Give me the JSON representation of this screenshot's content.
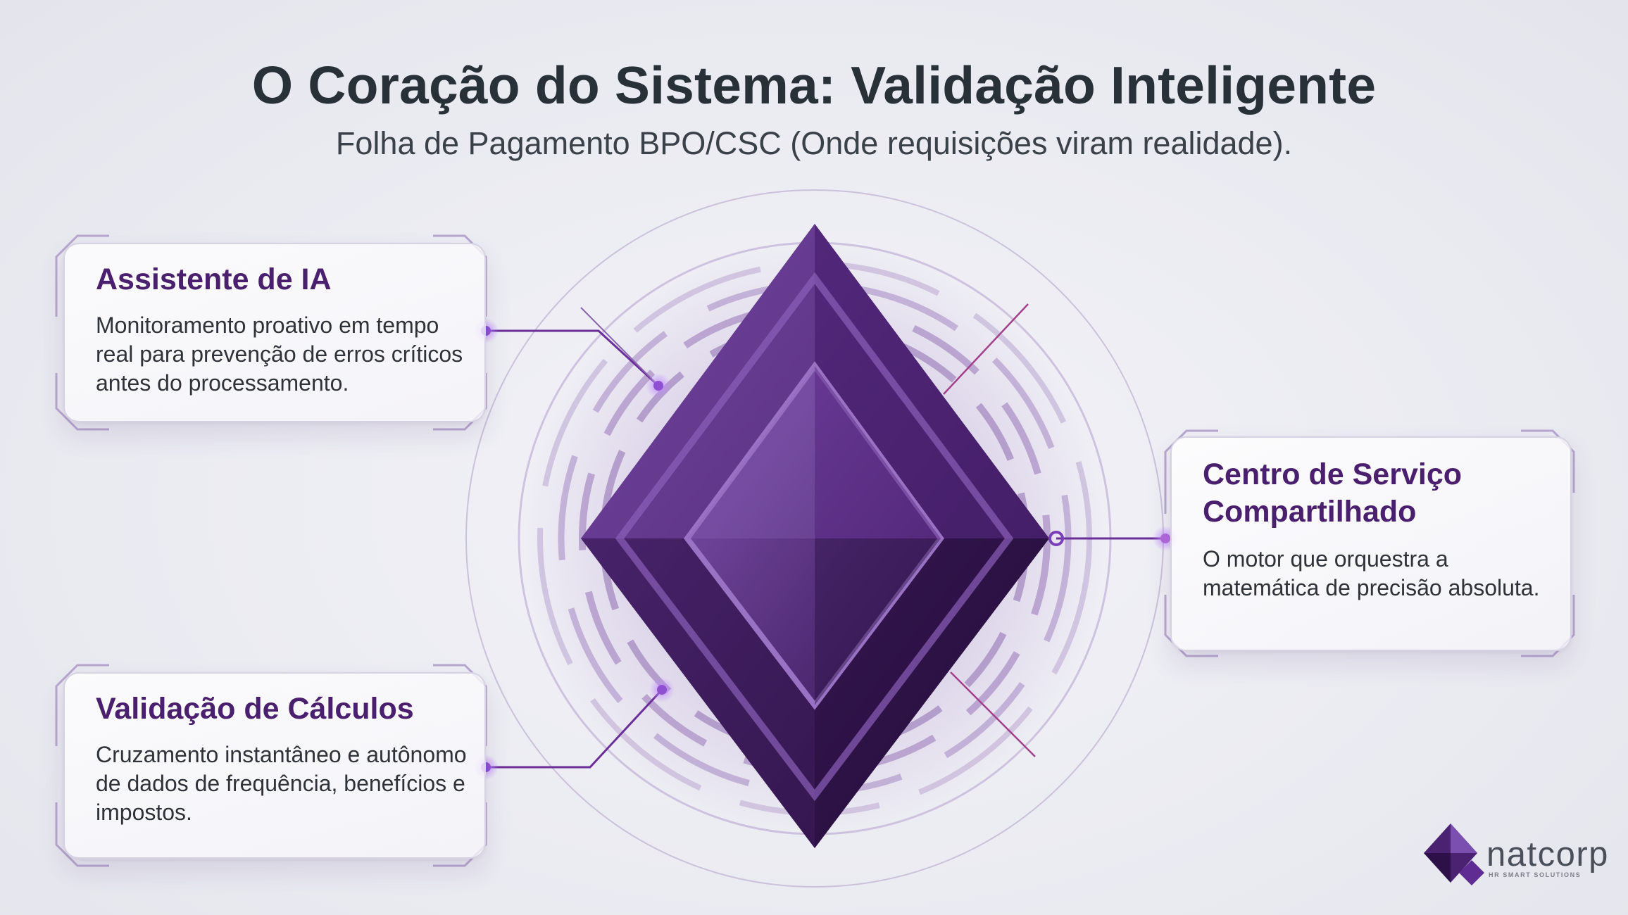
{
  "header": {
    "title": "O Coração do Sistema: Validação Inteligente",
    "subtitle": "Folha de Pagamento BPO/CSC (Onde requisições viram realidade)."
  },
  "cards": {
    "ia": {
      "title": "Assistente de IA",
      "body": "Monitoramento proativo em tempo real para prevenção de erros críticos antes do processamento."
    },
    "calc": {
      "title": "Validação de Cálculos",
      "body": "Cruzamento instantâneo e autônomo de dados de frequência, benefícios e impostos."
    },
    "csc": {
      "title": "Centro de Serviço Compartilhado",
      "body": "O motor que orquestra a matemática de precisão absoluta."
    }
  },
  "logo": {
    "name": "natcorp",
    "tagline": "HR SMART SOLUTIONS"
  },
  "colors": {
    "accent": "#6b2f9c",
    "card_title": "#4a1f6e",
    "title": "#283038"
  },
  "icons": [
    "central-diamond-gem-icon",
    "natcorp-logo-icon"
  ]
}
